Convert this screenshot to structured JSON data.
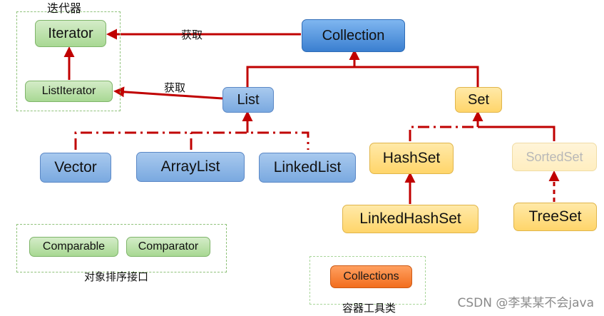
{
  "groups": {
    "iterator": "迭代器",
    "sort": "对象排序接口",
    "tools": "容器工具类"
  },
  "nodes": {
    "iterator": "Iterator",
    "list_iterator": "ListIterator",
    "collection": "Collection",
    "list": "List",
    "set": "Set",
    "vector": "Vector",
    "array_list": "ArrayList",
    "linked_list": "LinkedList",
    "hash_set": "HashSet",
    "sorted_set": "SortedSet",
    "linked_hash_set": "LinkedHashSet",
    "tree_set": "TreeSet",
    "comparable": "Comparable",
    "comparator": "Comparator",
    "collections": "Collections"
  },
  "edges": {
    "collection_to_iterator": "获取",
    "list_to_list_iterator": "获取"
  },
  "watermark": "CSDN @李某某不会java",
  "colors": {
    "arrow": "#c00000",
    "green_border": "#8fc27a"
  }
}
